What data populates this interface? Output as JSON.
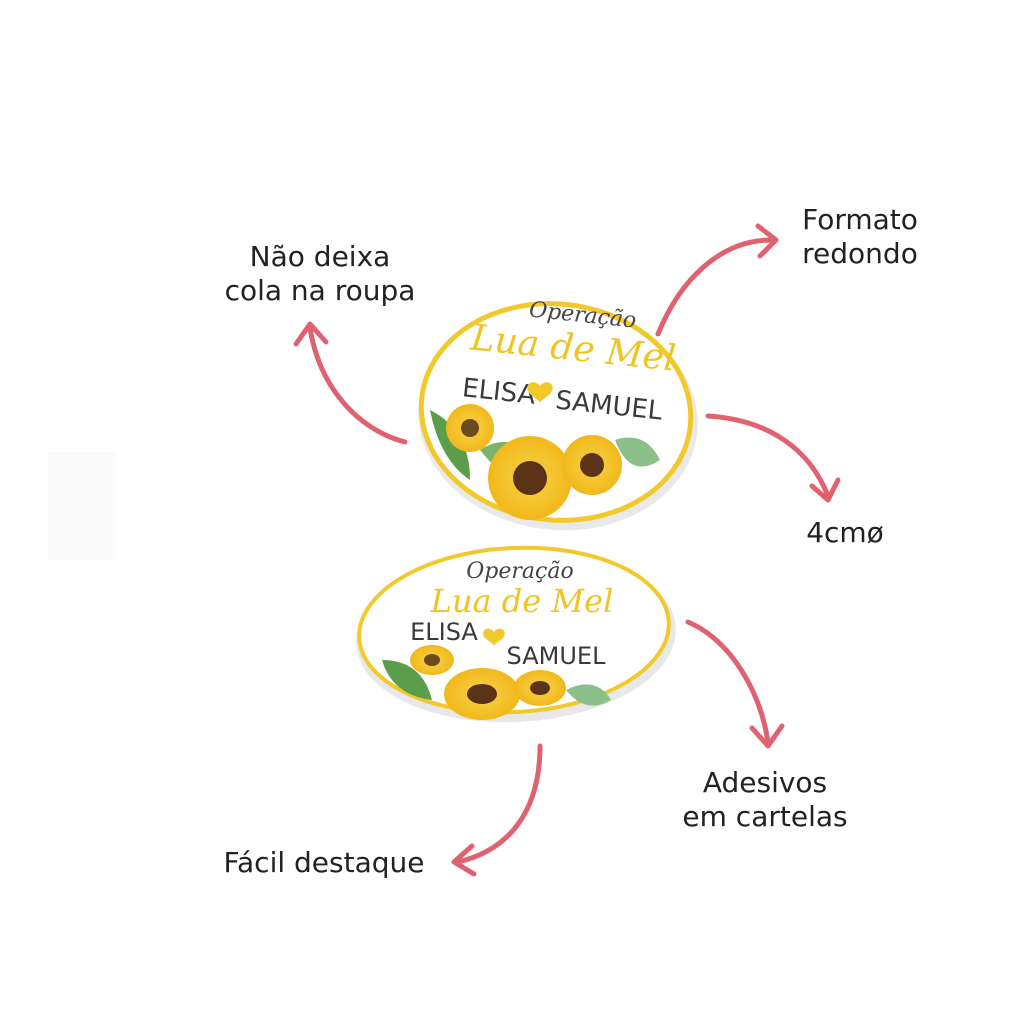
{
  "callouts": {
    "nao_deixa_cola": [
      "Não deixa",
      "cola na roupa"
    ],
    "formato_redondo": [
      "Formato",
      "redondo"
    ],
    "diameter": "4cmø",
    "adesivos": [
      "Adesivos",
      "em cartelas"
    ],
    "facil_destaque": "Fácil destaque"
  },
  "sticker": {
    "line1": "Operação",
    "line2": "Lua de Mel",
    "name1": "ELISA",
    "name2": "SAMUEL"
  },
  "colors": {
    "arrow": "#e0616f",
    "ring": "#f2c92b",
    "title_gold": "#f0c422",
    "text_dark": "#3a3a3a"
  }
}
